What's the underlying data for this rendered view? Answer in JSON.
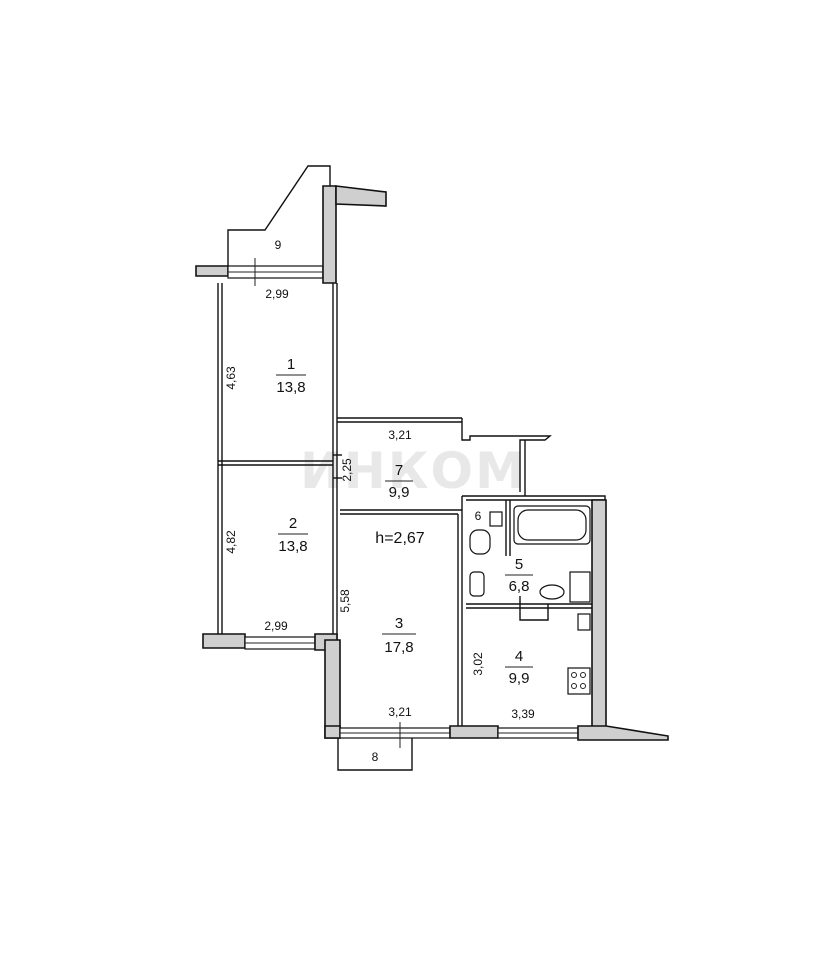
{
  "watermark": "ИНКОМ",
  "ceiling_height": "h=2,67",
  "rooms": [
    {
      "number": "1",
      "area": "13,8"
    },
    {
      "number": "2",
      "area": "13,8"
    },
    {
      "number": "3",
      "area": "17,8"
    },
    {
      "number": "4",
      "area": "9,9"
    },
    {
      "number": "5",
      "area": "6,8"
    },
    {
      "number": "6",
      "area": ""
    },
    {
      "number": "7",
      "area": "9,9"
    },
    {
      "number": "8",
      "area": ""
    },
    {
      "number": "9",
      "area": ""
    }
  ],
  "dimensions": {
    "room1_width": "2,99",
    "room1_length": "4,63",
    "room2_length": "4,82",
    "room2_width": "2,99",
    "room7_width": "3,21",
    "room7_depth": "2,25",
    "room3_length": "5,58",
    "room3_width": "3,21",
    "room4_depth": "3,02",
    "room4_width": "3,39"
  }
}
